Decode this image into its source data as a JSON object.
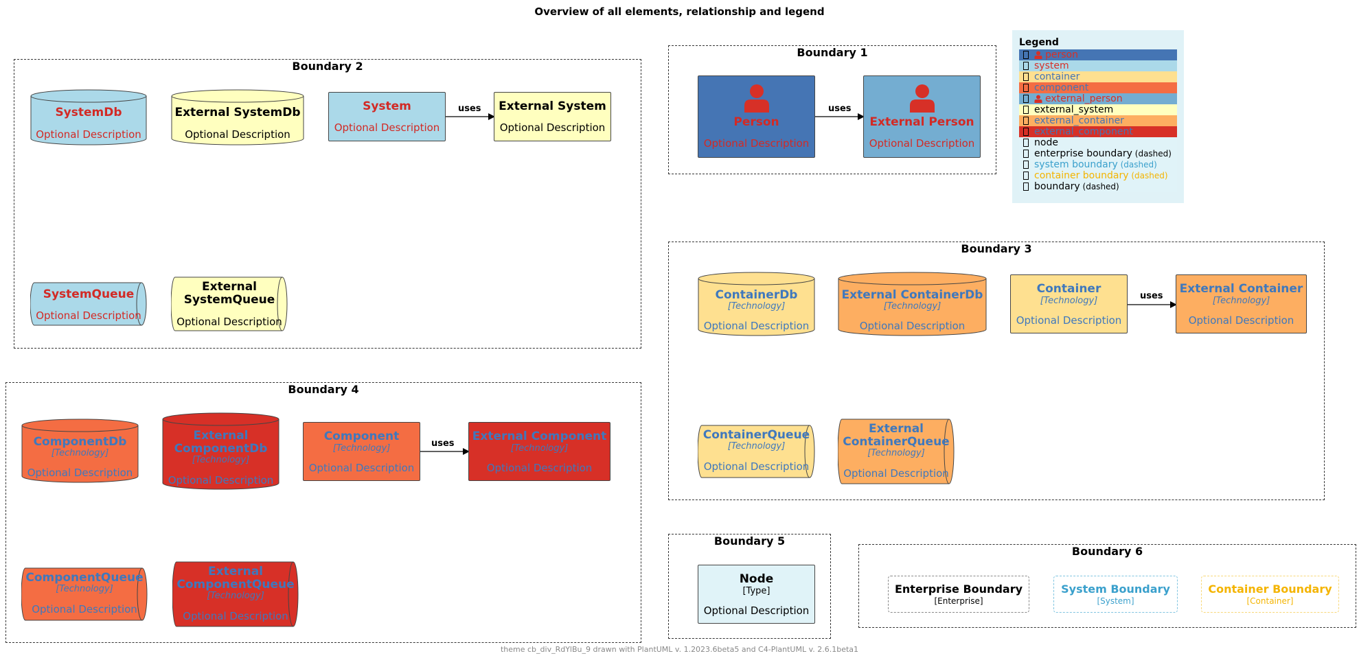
{
  "title": "Overview of all elements, relationship and legend",
  "footer": "theme cb_div_RdYlBu_9 drawn with PlantUML v. 1.2023.6beta5 and C4-PlantUML v. 2.6.1beta1",
  "boundaries": {
    "b1": "Boundary 1",
    "b2": "Boundary 2",
    "b3": "Boundary 3",
    "b4": "Boundary 4",
    "b5": "Boundary 5",
    "b6": "Boundary 6"
  },
  "relation_label": "uses",
  "desc": "Optional Description",
  "tech": "[Technology]",
  "elements": {
    "person": "Person",
    "external_person": "External Person",
    "system_db": "SystemDb",
    "external_system_db": "External SystemDb",
    "system": "System",
    "external_system": "External System",
    "system_queue": "SystemQueue",
    "external_system_queue_1": "External",
    "external_system_queue_2": "SystemQueue",
    "container_db": "ContainerDb",
    "external_container_db": "External ContainerDb",
    "container": "Container",
    "external_container": "External Container",
    "container_queue": "ContainerQueue",
    "external_container_queue_1": "External",
    "external_container_queue_2": "ContainerQueue",
    "component_db": "ComponentDb",
    "external_component_db_1": "External",
    "external_component_db_2": "ComponentDb",
    "component": "Component",
    "external_component": "External Component",
    "component_queue": "ComponentQueue",
    "external_component_queue_1": "External",
    "external_component_queue_2": "ComponentQueue",
    "node": "Node",
    "node_type": "[Type]",
    "enterprise_boundary": "Enterprise Boundary",
    "enterprise_tag": "[Enterprise]",
    "system_boundary": "System Boundary",
    "system_tag": "[System]",
    "container_boundary": "Container Boundary",
    "container_tag": "[Container]"
  },
  "legend": {
    "title": "Legend",
    "items": [
      {
        "label": "person",
        "bg": "#4575b4",
        "color": "#d73027",
        "icon": "person-icon"
      },
      {
        "label": "system",
        "bg": "#abd9e9",
        "color": "#d73027"
      },
      {
        "label": "container",
        "bg": "#fee090",
        "color": "#4575b4"
      },
      {
        "label": "component",
        "bg": "#f46d43",
        "color": "#4575b4"
      },
      {
        "label": "external_person",
        "bg": "#74add1",
        "color": "#d73027",
        "icon": "person-icon"
      },
      {
        "label": "external_system",
        "bg": "#ffffbf",
        "color": "#000000"
      },
      {
        "label": "external_container",
        "bg": "#fdae61",
        "color": "#4575b4"
      },
      {
        "label": "external_component",
        "bg": "#d73027",
        "color": "#4575b4"
      },
      {
        "label": "node",
        "bg": "#e0f3f8",
        "color": "#000000"
      },
      {
        "label": "enterprise boundary",
        "suffix": "(dashed)",
        "bg": "#e0f3f8",
        "color": "#000000"
      },
      {
        "label": "system boundary",
        "suffix": "(dashed)",
        "bg": "#e0f3f8",
        "color": "#3aa0cc"
      },
      {
        "label": "container boundary",
        "suffix": "(dashed)",
        "bg": "#e0f3f8",
        "color": "#f4b400"
      },
      {
        "label": "boundary",
        "suffix": "(dashed)",
        "bg": "#e0f3f8",
        "color": "#000000"
      }
    ]
  },
  "colors": {
    "person": "#4575b4",
    "external_person": "#74add1",
    "system": "#abd9e9",
    "external_system": "#ffffbf",
    "container": "#fee090",
    "external_container": "#fdae61",
    "component": "#f46d43",
    "external_component": "#d73027",
    "node": "#e0f3f8",
    "legend_bg": "#e0f2f7"
  }
}
